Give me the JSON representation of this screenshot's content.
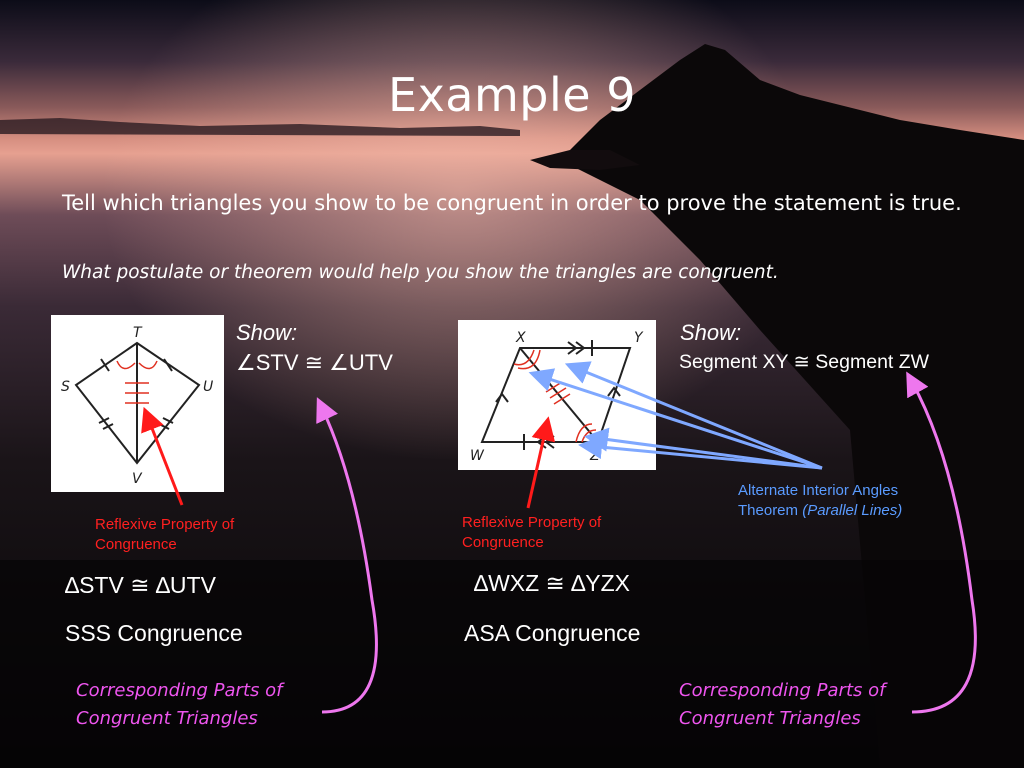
{
  "slide": {
    "title": "Example 9",
    "instruction": "Tell which triangles you show to be congruent in order to prove the statement is true.",
    "question": "What postulate or theorem would help you show the triangles are congruent."
  },
  "left": {
    "show_label": "Show:",
    "show_statement": "∠STV ≅ ∠UTV",
    "figure_labels": {
      "top": "T",
      "left": "S",
      "right": "U",
      "bottom": "V"
    },
    "reflexive_note": "Reflexive Property of Congruence",
    "congruence": "∆STV ≅ ∆UTV",
    "method": "SSS Congruence",
    "cpctc": "Corresponding Parts of Congruent Triangles"
  },
  "right": {
    "show_label": "Show:",
    "show_statement": "Segment XY ≅ Segment ZW",
    "figure_labels": {
      "top_left": "X",
      "top_right": "Y",
      "bottom_left": "W",
      "bottom_right": "Z"
    },
    "reflexive_note": "Reflexive Property of Congruence",
    "alt_interior_note": "Alternate Interior Angles Theorem",
    "alt_interior_paren": "(Parallel Lines)",
    "congruence": "∆WXZ ≅ ∆YZX",
    "method": "ASA Congruence",
    "cpctc": "Corresponding Parts of Congruent Triangles"
  },
  "colors": {
    "red_annotation": "#ff2020",
    "blue_annotation": "#5a9bff",
    "pink_annotation": "#ee55ee"
  }
}
